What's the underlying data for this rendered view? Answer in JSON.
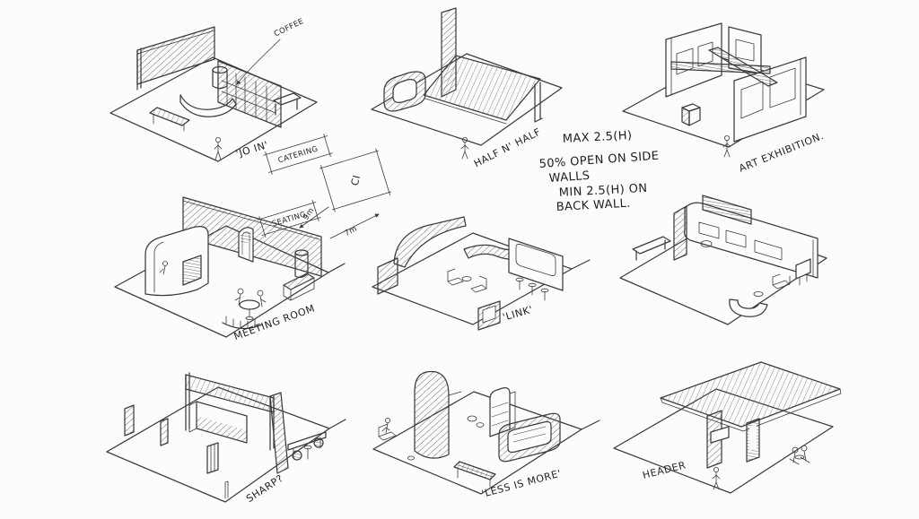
{
  "page": {
    "background": "#fcfcfb",
    "ink": "#3c3c3c"
  },
  "annotations": {
    "coffee": "COFFEE",
    "rules": [
      "MAX 2.5(H)",
      "50% OPEN ON SIDE",
      "WALLS",
      "MIN 2.5(H) ON",
      "BACK WALL."
    ]
  },
  "plan": {
    "catering": "CATERING",
    "ci": "CI",
    "seating": "SEATING",
    "dim_depth": "9m",
    "dim_width": "7m"
  },
  "sketches": [
    {
      "id": "jo-in",
      "label": "'JO IN'"
    },
    {
      "id": "half-n-half",
      "label": "HALF N' HALF"
    },
    {
      "id": "art-exhibition",
      "label": "ART EXHIBITION."
    },
    {
      "id": "meeting-room",
      "label": "MEETING ROOM"
    },
    {
      "id": "link",
      "label": "'LINK'"
    },
    {
      "id": "lounge-wall",
      "label": ""
    },
    {
      "id": "sharp",
      "label": "SHARP?"
    },
    {
      "id": "less-is-more",
      "label": "'LESS IS MORE'"
    },
    {
      "id": "header",
      "label": "HEADER"
    }
  ]
}
